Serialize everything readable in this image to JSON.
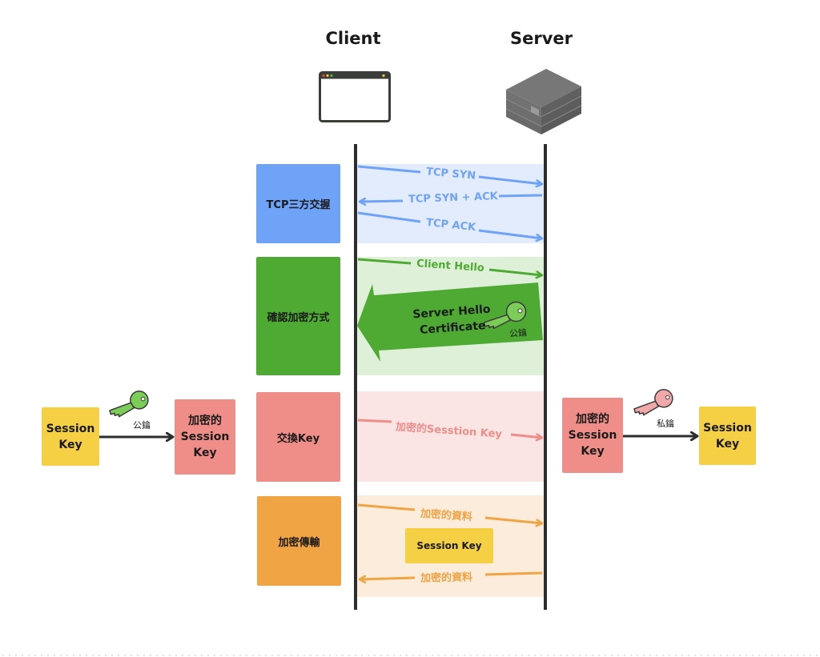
{
  "header": {
    "client_label": "Client",
    "server_label": "Server"
  },
  "icons": {
    "client": "browser-window-icon",
    "server": "server-rack-icon",
    "public_key": "key-icon",
    "private_key": "key-icon"
  },
  "colors": {
    "lifeline": "#2d2d2d",
    "tcp": "#6fa3f7",
    "tcp_band": "#e2ecfd",
    "hello": "#4eaa33",
    "hello_band": "#dff0d9",
    "exchange": "#ef8e89",
    "exchange_band": "#fbe5e4",
    "transfer": "#f0a443",
    "transfer_band": "#fcecdc",
    "session_key": "#f5cf44",
    "public_key": "#7ccc58",
    "private_key": "#f2a8a8"
  },
  "phases": [
    {
      "label": "TCP三方交握",
      "messages": [
        {
          "label": "TCP SYN",
          "direction": "client-to-server"
        },
        {
          "label": "TCP SYN + ACK",
          "direction": "server-to-client"
        },
        {
          "label": "TCP ACK",
          "direction": "client-to-server"
        }
      ]
    },
    {
      "label": "確認加密方式",
      "messages": [
        {
          "label": "Client Hello",
          "direction": "client-to-server"
        },
        {
          "label_line1": "Server Hello",
          "label_line2": "Certificate",
          "key_label": "公鑰",
          "direction": "server-to-client"
        }
      ]
    },
    {
      "label": "交換Key",
      "messages": [
        {
          "label": "加密的Sesstion Key",
          "direction": "client-to-server"
        }
      ]
    },
    {
      "label": "加密傳輸",
      "messages": [
        {
          "label": "加密的資料",
          "direction": "client-to-server"
        },
        {
          "label": "加密的資料",
          "direction": "server-to-client"
        }
      ],
      "center_box": "Session Key"
    }
  ],
  "client_side": {
    "input_box": "Session\nKey",
    "key_label": "公鑰",
    "output_line1": "加密的",
    "output_line2": "Session",
    "output_line3": "Key"
  },
  "server_side": {
    "input_line1": "加密的",
    "input_line2": "Session",
    "input_line3": "Key",
    "key_label": "私鑰",
    "output_line1": "Session",
    "output_line2": "Key"
  },
  "session_key_line1": "Session",
  "session_key_line2": "Key"
}
